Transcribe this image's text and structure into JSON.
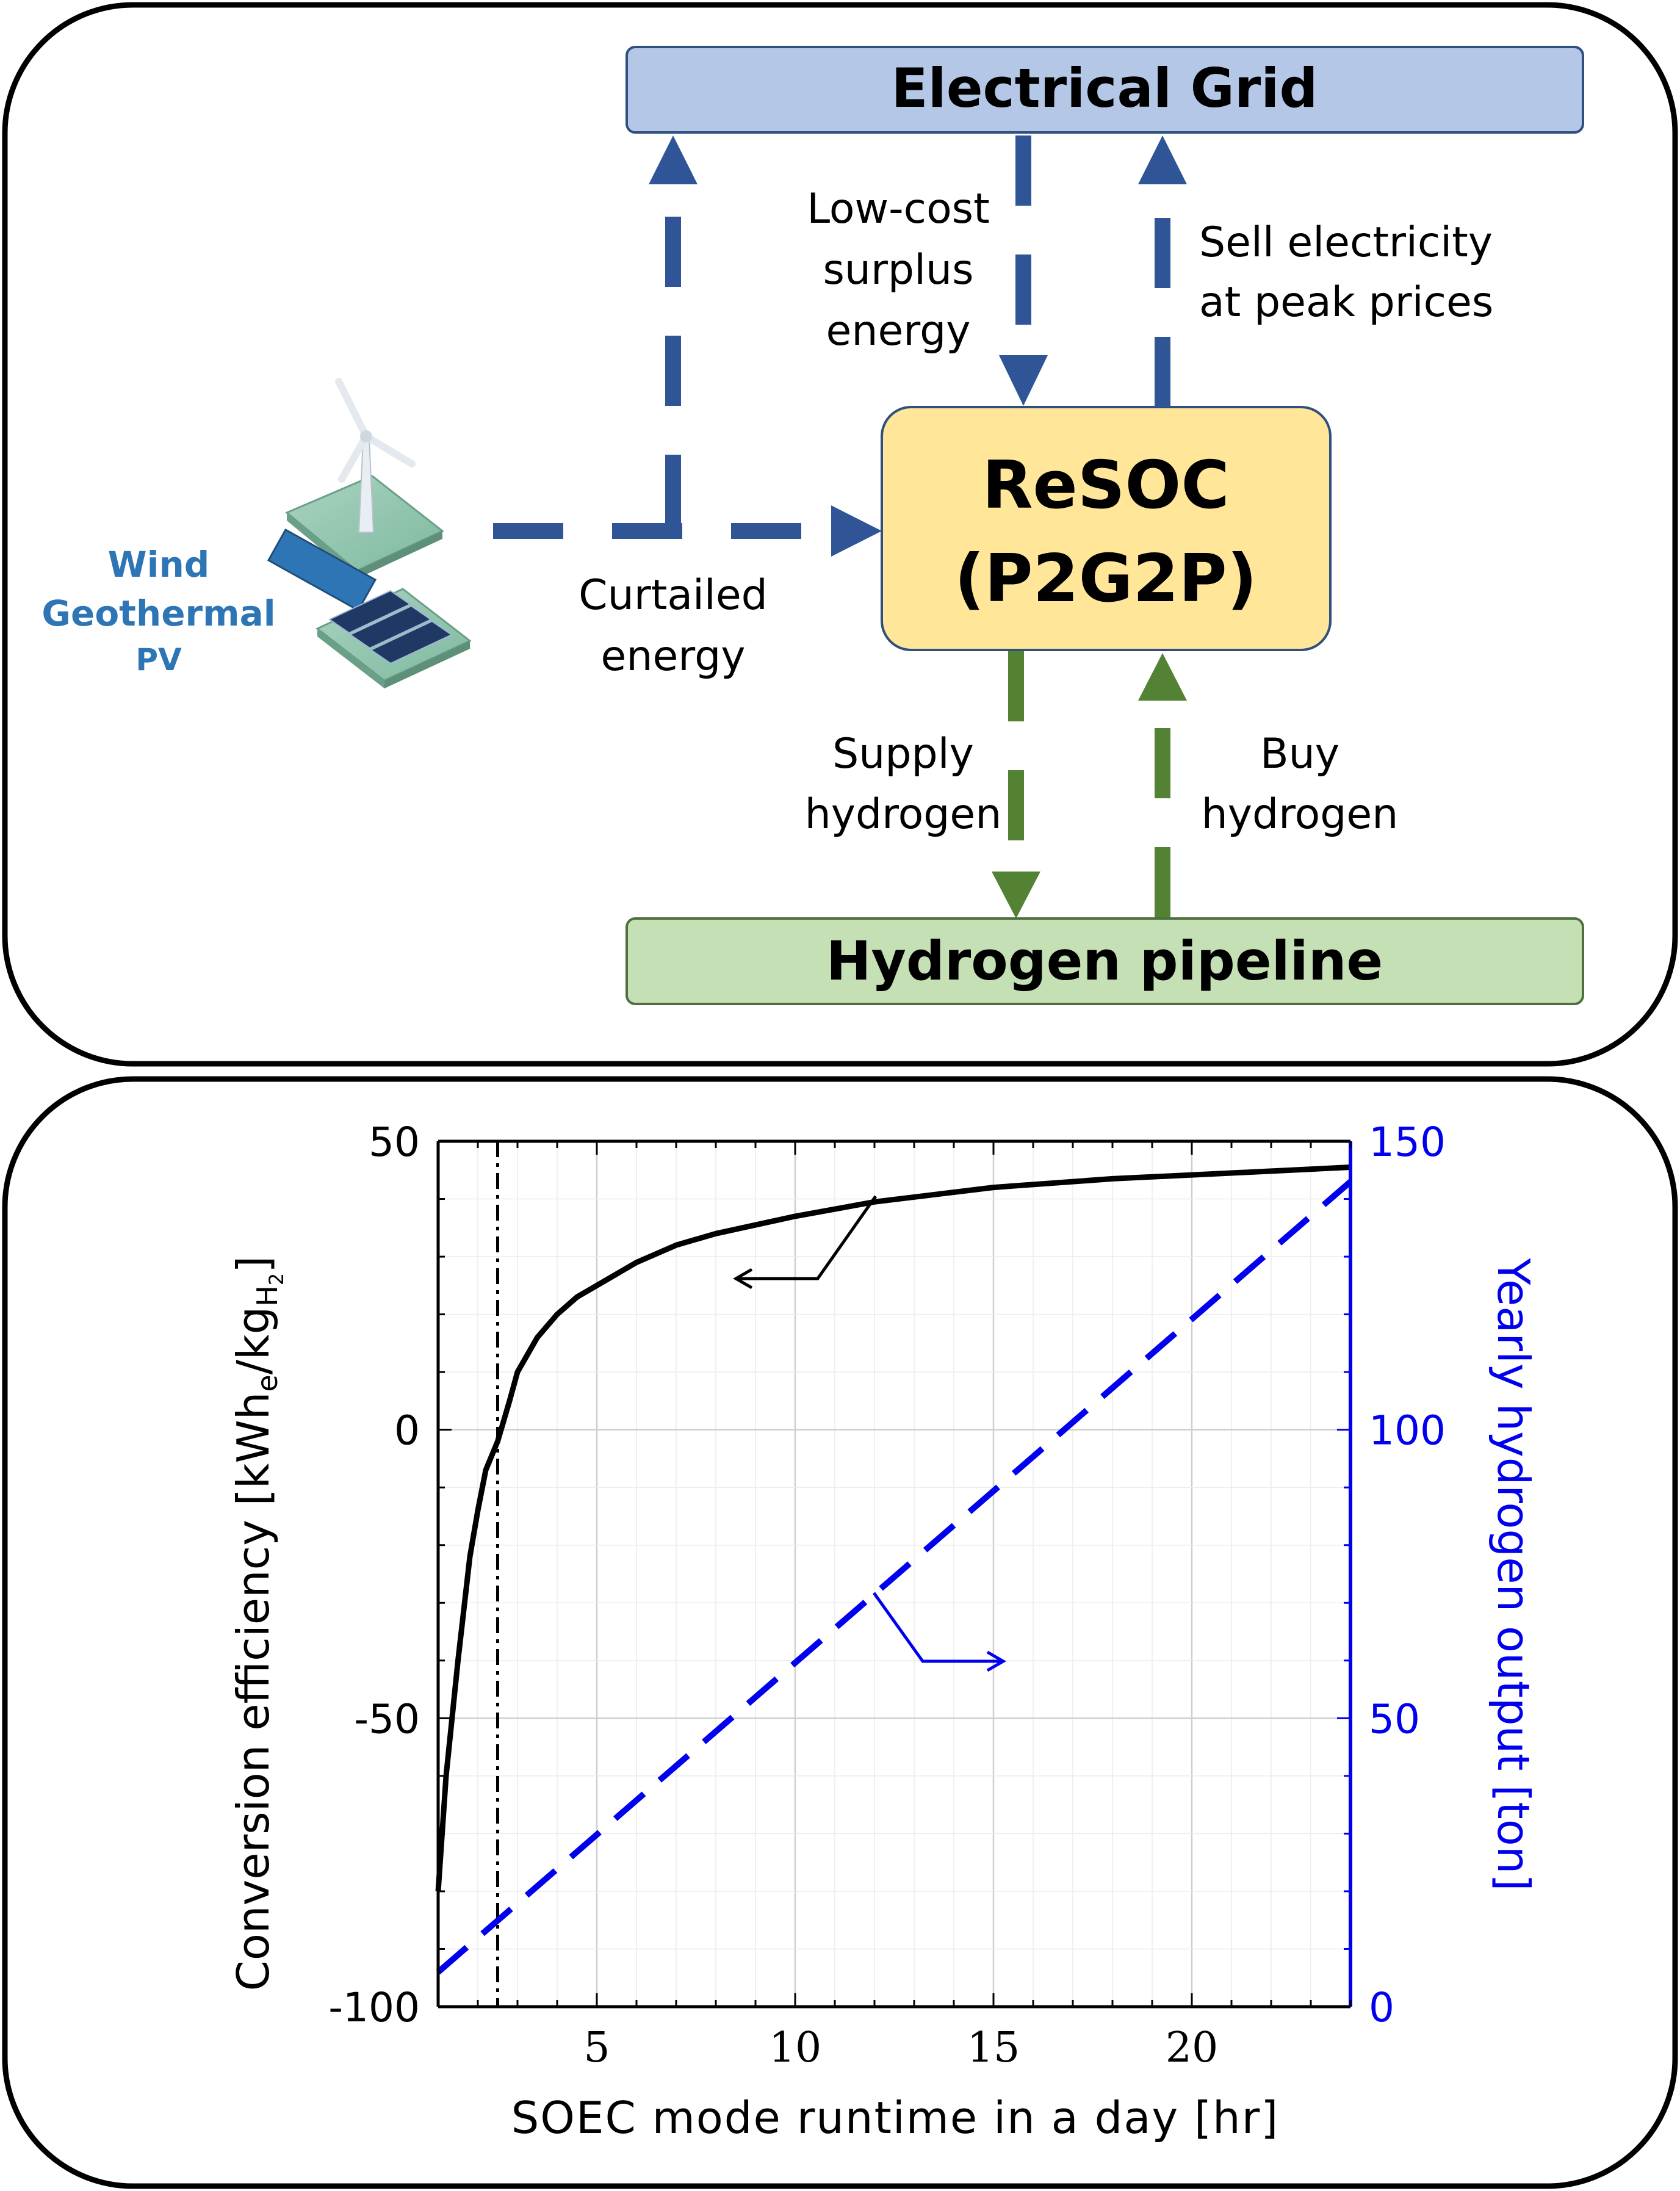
{
  "diagram": {
    "grid_label": "Electrical Grid",
    "pipeline_label": "Hydrogen pipeline",
    "resoc_line1": "ReSOC",
    "resoc_line2": "(P2G2P)",
    "lowcost_l1": "Low-cost",
    "lowcost_l2": "surplus",
    "lowcost_l3": "energy",
    "sell_l1": "Sell electricity",
    "sell_l2": "at peak prices",
    "curtailed_l1": "Curtailed",
    "curtailed_l2": "energy",
    "supply_l1": "Supply",
    "supply_l2": "hydrogen",
    "buy_l1": "Buy",
    "buy_l2": "hydrogen",
    "source_l1": "Wind",
    "source_l2": "Geothermal",
    "source_l3": "PV",
    "colors": {
      "grid_fill": "#b4c7e7",
      "pipeline_fill": "#c5e0b4",
      "resoc_fill": "#ffe699",
      "electric_arrow": "#2f5597",
      "hydrogen_arrow": "#548235",
      "source_text": "#2e75b6"
    }
  },
  "chart_data": {
    "type": "line",
    "xlabel": "SOEC mode runtime in a day [hr]",
    "ylabel_left_prefix": "Conversion efficiency [kWh",
    "ylabel_left_sub_e": "e",
    "ylabel_left_mid": "/kg",
    "ylabel_left_sub_h": "H",
    "ylabel_left_sub_2": "2",
    "ylabel_left_suffix": "]",
    "ylabel_right": "Yearly hydrogen output [ton]",
    "xlim": [
      1,
      24
    ],
    "ylim_left": [
      -100,
      50
    ],
    "ylim_right": [
      0,
      150
    ],
    "x_ticks": [
      "5",
      "10",
      "15",
      "20"
    ],
    "y_left_ticks": [
      "50",
      "0",
      "-50",
      "-100"
    ],
    "y_right_ticks": [
      "150",
      "100",
      "50",
      "0"
    ],
    "vertical_marker_x": 2.5,
    "grid": true,
    "series": [
      {
        "axis": "left",
        "style": "solid",
        "color": "#000000",
        "x": [
          1,
          1.2,
          1.5,
          1.8,
          2,
          2.2,
          2.5,
          2.8,
          3,
          3.5,
          4,
          4.5,
          5,
          6,
          7,
          8,
          10,
          12,
          15,
          18,
          21,
          24
        ],
        "y": [
          -80,
          -60,
          -40,
          -22,
          -14,
          -7,
          -2,
          5,
          10,
          16,
          20,
          23,
          25,
          29,
          32,
          34,
          37,
          39.5,
          42,
          43.5,
          44.5,
          45.5
        ]
      },
      {
        "axis": "right",
        "style": "dashed",
        "color": "#0000ee",
        "x": [
          1,
          24
        ],
        "y": [
          6,
          143
        ]
      }
    ]
  }
}
